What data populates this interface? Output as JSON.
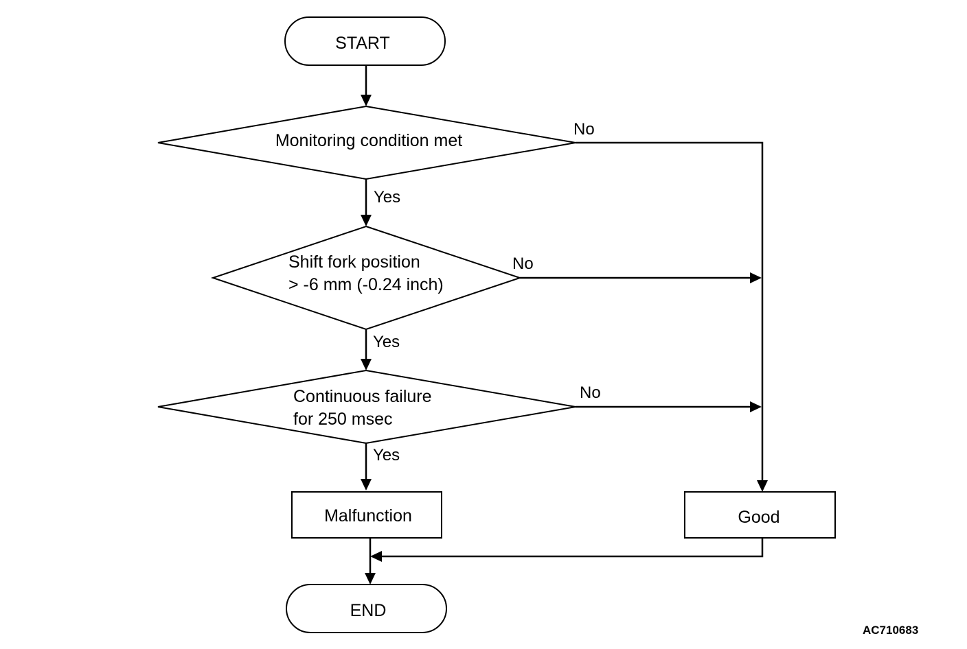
{
  "flowchart": {
    "start": "START",
    "decision1": "Monitoring condition met",
    "decision2_line1": "Shift fork position",
    "decision2_line2": "> -6 mm (-0.24 inch)",
    "decision3_line1": "Continuous failure",
    "decision3_line2": "for 250 msec",
    "malfunction": "Malfunction",
    "good": "Good",
    "end": "END"
  },
  "edge_labels": {
    "d1_no": "No",
    "d1_yes": "Yes",
    "d2_no": "No",
    "d2_yes": "Yes",
    "d3_no": "No",
    "d3_yes": "Yes"
  },
  "figure_id": "AC710683"
}
